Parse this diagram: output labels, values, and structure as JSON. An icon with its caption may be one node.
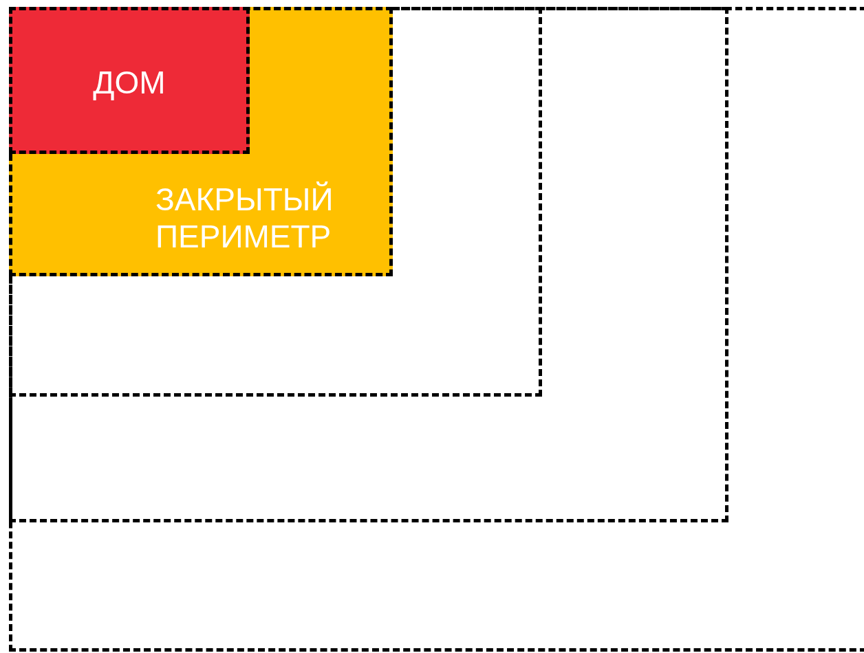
{
  "diagram": {
    "nodes": [
      {
        "text": [],
        "shape": "box"
      },
      {
        "text": [],
        "shape": "box",
        "in": 0
      },
      {
        "text": [],
        "shape": "box",
        "in": 1
      },
      {
        "text": [
          "ЗАКРЫТЫЙ ПЕРИМЕТР"
        ],
        "in": 2
      },
      {
        "text": [
          "ДОМ"
        ],
        "in": 3
      }
    ]
  }
}
